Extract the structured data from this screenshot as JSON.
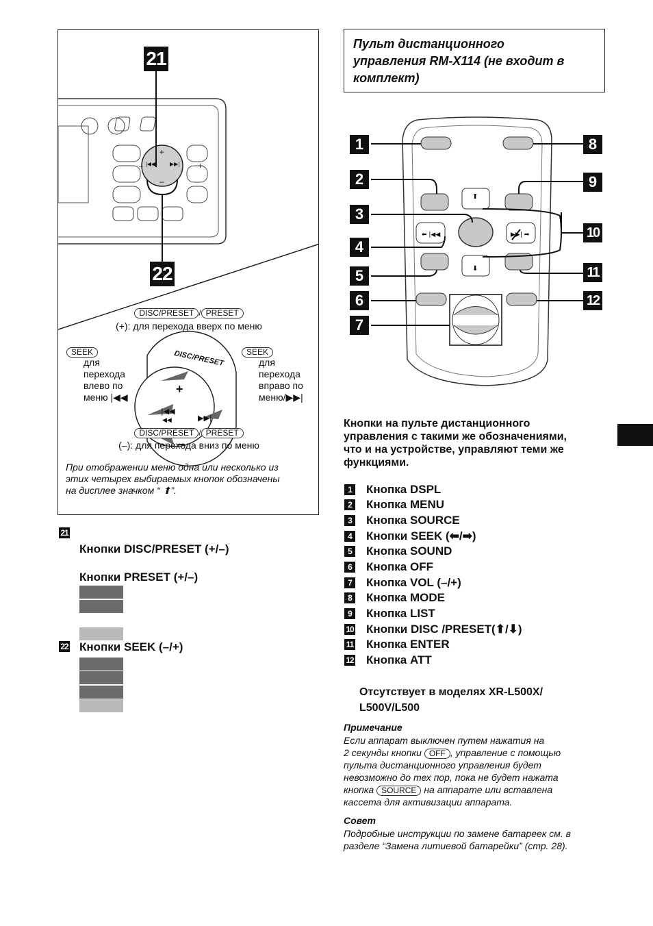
{
  "right_title": "Пульт дистанционного управления RM-X114 (не входит в комплект)",
  "right_title_lines": [
    "Пульт дистанционного",
    "управления RM-X114 (не входит в",
    "комплект)"
  ],
  "callouts_left": {
    "n21": "21",
    "n22": "22"
  },
  "remote_callouts": [
    "1",
    "2",
    "3",
    "4",
    "5",
    "6",
    "7",
    "8",
    "9",
    "10",
    "11",
    "12"
  ],
  "diagram": {
    "plus_caption": "(+): для перехода вверх по меню",
    "minus_caption": "(–): для перехода вниз по меню",
    "disc_preset_key": "DISC/PRESET",
    "preset_key": "PRESET",
    "slash": "/",
    "seek_key": "SEEK",
    "left_text": [
      "для",
      "перехода",
      "влево по",
      "меню |◀◀"
    ],
    "right_text": [
      "для",
      "перехода",
      "вправо по",
      "меню/▶▶|"
    ],
    "dial_label": "DISC/PRESET",
    "dial_plus": "+",
    "dial_minus": "–",
    "note_lines": [
      "При отображении меню одна или несколько из",
      "этих четырех выбираемых кнопок обозначены",
      "на дисплее значком “ ⬆”."
    ]
  },
  "left_items": {
    "item21_num": "21",
    "item21_line1": "Кнопки DISC/PRESET (+/–)",
    "item21_line2": "Кнопки PRESET (+/–)",
    "item22_num": "22",
    "item22_line1": "Кнопки SEEK (–/+)"
  },
  "right_intro": [
    "Кнопки на пульте дистанционного",
    "управления с такими же обозначениями,",
    "что и на устройстве, управляют теми же",
    "функциями."
  ],
  "legend": [
    {
      "num": "1",
      "text": "Кнопка DSPL"
    },
    {
      "num": "2",
      "text": "Кнопка MENU"
    },
    {
      "num": "3",
      "text": "Кнопка SOURCE"
    },
    {
      "num": "4",
      "text": "Кнопки SEEK (⬅/➡)"
    },
    {
      "num": "5",
      "text": "Кнопка SOUND"
    },
    {
      "num": "6",
      "text": "Кнопка OFF"
    },
    {
      "num": "7",
      "text": "Кнопка VOL (–/+)"
    },
    {
      "num": "8",
      "text": "Кнопка MODE"
    },
    {
      "num": "9",
      "text": "Кнопка LIST"
    },
    {
      "num": "10",
      "text": "Кнопки DISC   /PRESET(⬆/⬇)"
    },
    {
      "num": "11",
      "text": "Кнопка ENTER"
    },
    {
      "num": "12",
      "text": "Кнопка ATT"
    }
  ],
  "absent_note": [
    "Отсутствует в моделях XR-L500X/",
    "L500V/L500"
  ],
  "note_heading": "Примечание",
  "note_lines": [
    "Если аппарат выключен путем нажатия на",
    "2 секунды кнопки",
    ", управление с помощью",
    "пульта дистанционного управления будет",
    "невозможно до тех пор, пока не будет нажата",
    "кнопка",
    "на аппарате или вставлена",
    "кассета для активизации аппарата."
  ],
  "off_key": "OFF",
  "source_key": "SOURCE",
  "tip_heading": "Совет",
  "tip_lines": [
    "Подробные инструкции по замене батареек см. в",
    "разделе “Замена литиевой батарейки” (стр. 28)."
  ],
  "colors": {
    "redacted_dark": "#6b6b6b",
    "redacted_light": "#b9b9b9",
    "ink": "#111111"
  }
}
